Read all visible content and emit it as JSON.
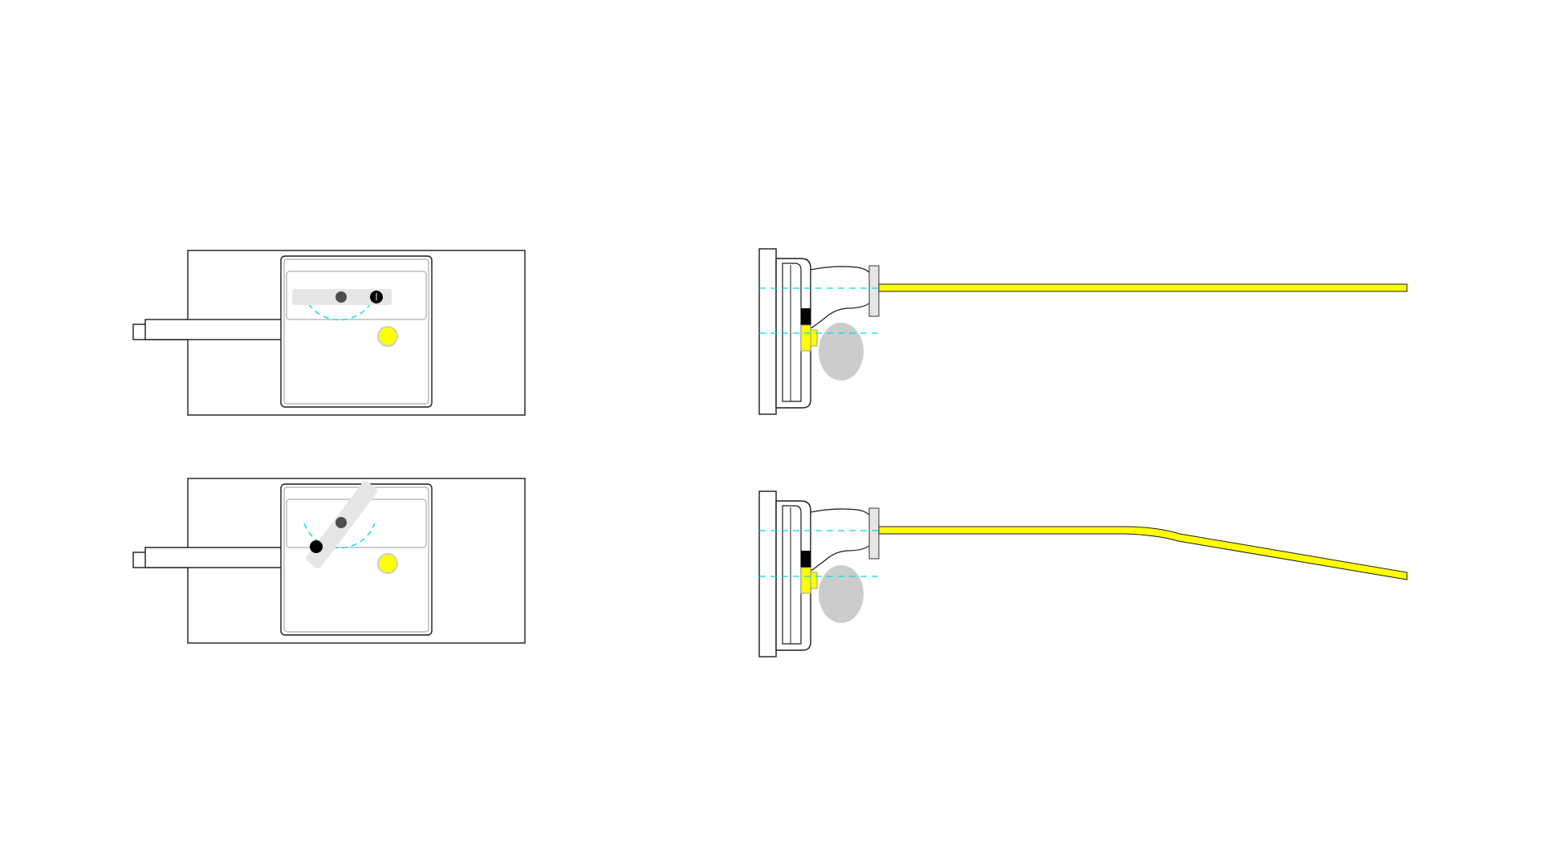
{
  "colors": {
    "background": "#ffffff",
    "outline": "#1a1a1a",
    "panel_fill": "#ffffff",
    "inner_stroke": "#999999",
    "slot_fill": "#e6e6e6",
    "dot_gray": "#4d4d4d",
    "dot_black": "#000000",
    "yellow": "#ffff00",
    "yellow_stroke": "#cccccc",
    "guide_cyan": "#00dddd",
    "ellipse_gray": "#cccccc",
    "dark_block": "#000000"
  },
  "views": {
    "top_front": {
      "state": "neutral",
      "lever": "horizontal-slot"
    },
    "bottom_front": {
      "state": "rotated",
      "lever": "diagonal-lever"
    },
    "top_side": {
      "state": "neutral",
      "wire": "straight"
    },
    "bottom_side": {
      "state": "rotated",
      "wire": "bent-down"
    }
  },
  "icons": {
    "yellow_indicator": "yellow-indicator-icon",
    "pivot": "pivot-dot-icon",
    "handle": "handle-dot-icon"
  }
}
